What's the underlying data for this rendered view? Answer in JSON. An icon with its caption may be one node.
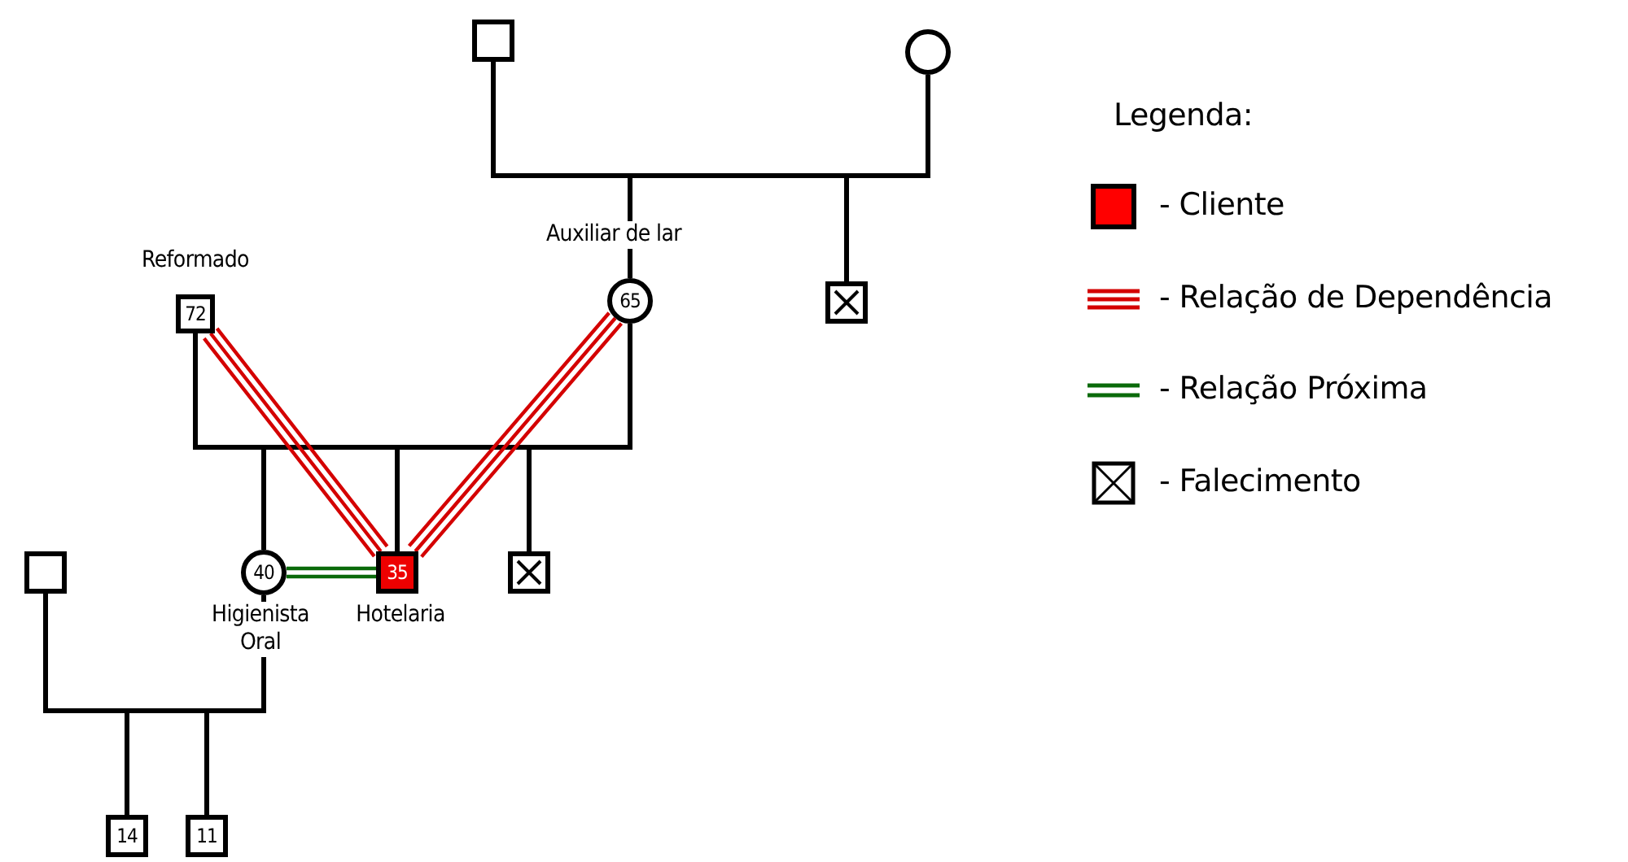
{
  "diagram": {
    "nodes": [
      {
        "text": [],
        "shape": "box"
      },
      {
        "text": [],
        "shape": "circle"
      },
      {
        "text": [
          "72"
        ],
        "beside": [
          "Reformado"
        ]
      },
      {
        "text": [
          "65"
        ],
        "beside": [
          "Auxiliar de lar"
        ]
      },
      {
        "text": [],
        "shape": "box"
      },
      {
        "text": [],
        "shape": "box"
      },
      {
        "text": [
          "40"
        ],
        "beside": [
          "Higienista Oral"
        ]
      },
      {
        "text": [
          "35"
        ],
        "beside": [
          "Hotelaria"
        ]
      },
      {
        "text": [],
        "shape": "box"
      },
      {
        "text": [
          "14"
        ]
      },
      {
        "text": [
          "11"
        ]
      }
    ],
    "edges": [
      {
        "from": 0,
        "to": 1,
        "arrow": "none"
      },
      {
        "from": 0,
        "to": 3,
        "arrow": "none"
      },
      {
        "from": 1,
        "to": 3,
        "arrow": "none"
      },
      {
        "from": 0,
        "to": 4,
        "arrow": "none"
      },
      {
        "from": 1,
        "to": 4,
        "arrow": "none"
      },
      {
        "from": 2,
        "to": 3,
        "arrow": "none"
      },
      {
        "from": 2,
        "to": 6,
        "arrow": "none"
      },
      {
        "from": 3,
        "to": 6,
        "arrow": "none"
      },
      {
        "from": 2,
        "to": 7,
        "arrow": "none"
      },
      {
        "from": 3,
        "to": 7,
        "arrow": "none"
      },
      {
        "from": 2,
        "to": 8,
        "arrow": "none"
      },
      {
        "from": 3,
        "to": 8,
        "arrow": "none"
      },
      {
        "from": 2,
        "to": 7,
        "arrow": "none",
        "color": "#d40000"
      },
      {
        "from": 3,
        "to": 7,
        "arrow": "none",
        "color": "#d40000"
      },
      {
        "from": 6,
        "to": 7,
        "arrow": "none",
        "color": "#0a6a0a"
      },
      {
        "from": 5,
        "to": 6,
        "arrow": "none"
      },
      {
        "from": 5,
        "to": 9,
        "arrow": "none"
      },
      {
        "from": 6,
        "to": 9,
        "arrow": "none"
      },
      {
        "from": 5,
        "to": 10,
        "arrow": "none"
      },
      {
        "from": 6,
        "to": 10,
        "arrow": "none"
      }
    ],
    "labels": [
      "Legenda:"
    ],
    "legend": [
      {
        "text": "- Cliente",
        "color": "#ff0000"
      },
      {
        "text": "- Relação de Dependência"
      },
      {
        "text": "- Relação Próxima"
      },
      {
        "text": "- Falecimento"
      }
    ]
  }
}
